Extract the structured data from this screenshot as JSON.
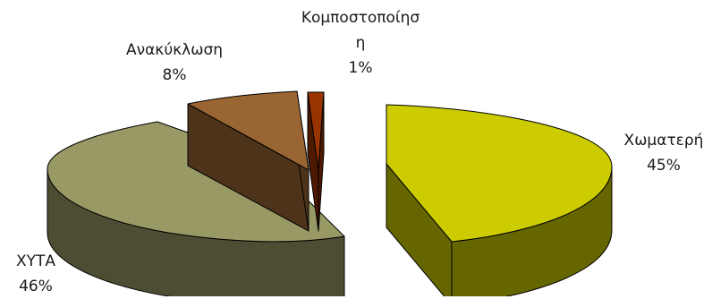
{
  "chart_data": {
    "type": "pie",
    "style": "3d-exploded",
    "title": "",
    "legend": "none",
    "slices": [
      {
        "label": "Χωματερή",
        "value": 45,
        "percent_label": "45%",
        "top_color": "#cccc00",
        "side_color": "#666600"
      },
      {
        "label": "ΧΥΤΑ",
        "value": 46,
        "percent_label": "46%",
        "top_color": "#999966",
        "side_color": "#4d4d33"
      },
      {
        "label": "Ανακύκλωση",
        "value": 8,
        "percent_label": "8%",
        "top_color": "#996633",
        "side_color": "#4d3319"
      },
      {
        "label_lines": [
          "Κομποστοποίησ",
          "η"
        ],
        "value": 1,
        "percent_label": "1%",
        "top_color": "#993300",
        "side_color": "#4d1900"
      }
    ]
  }
}
